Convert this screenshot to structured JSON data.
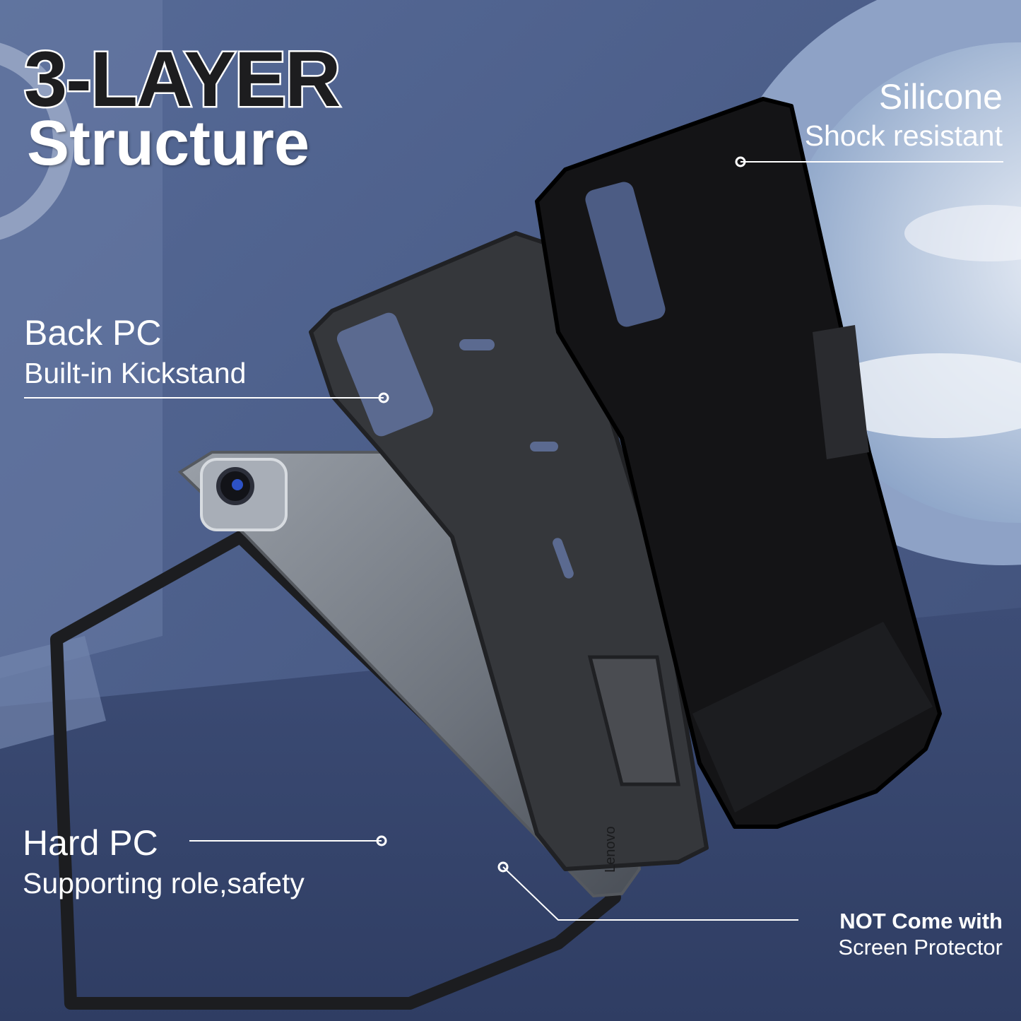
{
  "headline": {
    "line1": "3-LAYER",
    "line2": "Structure"
  },
  "callouts": {
    "silicone": {
      "title": "Silicone",
      "subtitle": "Shock resistant"
    },
    "back_pc": {
      "title": "Back PC",
      "subtitle": "Built-in Kickstand"
    },
    "hard_pc": {
      "title": "Hard PC",
      "subtitle": "Supporting role,safety"
    },
    "protector": {
      "title": "NOT Come with",
      "subtitle": "Screen Protector"
    }
  },
  "product": {
    "brand_mark": "Lenovo"
  },
  "colors": {
    "background": "#4a5b85",
    "wall_light": "#6c7ea8",
    "case_black": "#141416",
    "case_gray": "#3a3c40",
    "tablet_silver": "#8e949d",
    "text": "#ffffff"
  }
}
